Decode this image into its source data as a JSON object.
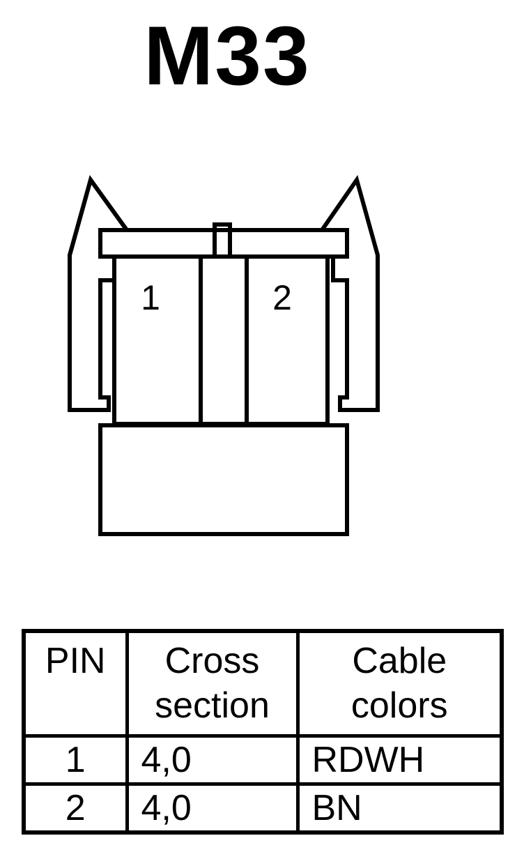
{
  "title": "M33",
  "connector": {
    "pin_labels": [
      "1",
      "2"
    ]
  },
  "table": {
    "headers": [
      [
        "PIN"
      ],
      [
        "Cross",
        "section"
      ],
      [
        "Cable",
        "colors"
      ]
    ],
    "rows": [
      {
        "pin": "1",
        "cross_section": "4,0",
        "cable_color": "RDWH"
      },
      {
        "pin": "2",
        "cross_section": "4,0",
        "cable_color": "BN"
      }
    ]
  }
}
